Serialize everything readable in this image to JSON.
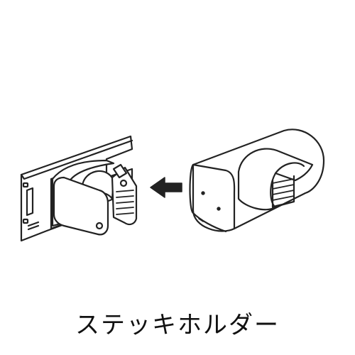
{
  "caption": "ステッキホルダー",
  "colors": {
    "ink": "#222222",
    "background": "#ffffff"
  },
  "parts": {
    "left": "clip-holder-mounted-on-plate",
    "right": "detachable-cover-block",
    "arrow": "arrow-left"
  }
}
